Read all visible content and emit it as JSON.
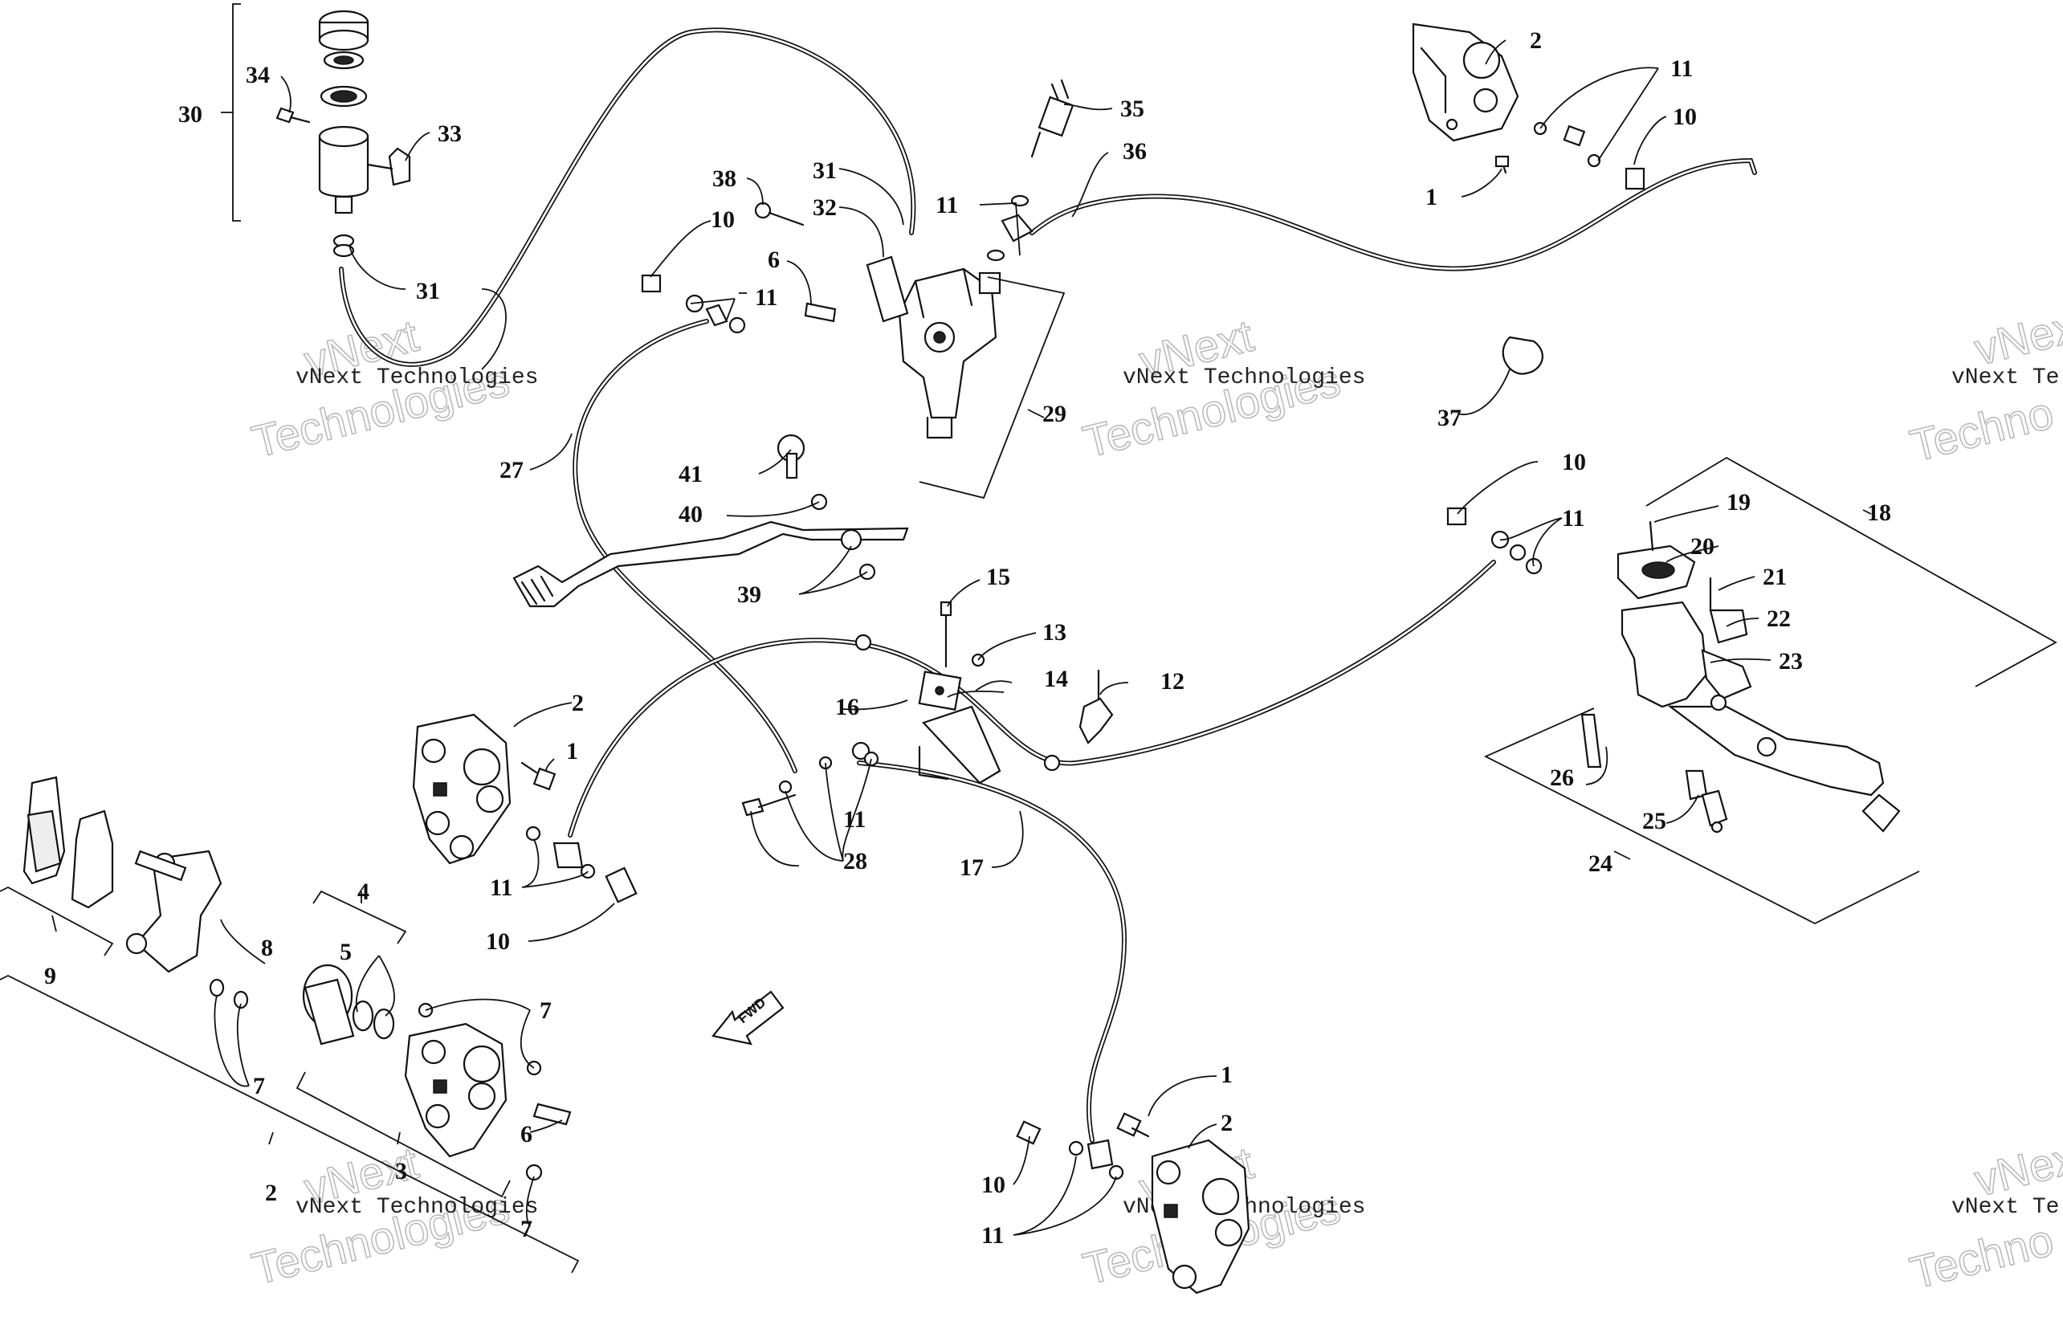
{
  "diagram": {
    "fwd_label": "FWD",
    "callouts": [
      "30",
      "34",
      "33",
      "31",
      "38",
      "32",
      "31",
      "35",
      "36",
      "10",
      "6",
      "11",
      "11",
      "2",
      "11",
      "10",
      "1",
      "29",
      "27",
      "41",
      "40",
      "39",
      "37",
      "10",
      "11",
      "19",
      "18",
      "20",
      "21",
      "22",
      "23",
      "15",
      "13",
      "16",
      "14",
      "12",
      "2",
      "1",
      "11",
      "28",
      "17",
      "26",
      "25",
      "24",
      "11",
      "10",
      "9",
      "8",
      "4",
      "5",
      "7",
      "7",
      "6",
      "3",
      "2",
      "7",
      "1",
      "2",
      "10",
      "11"
    ],
    "watermarks": [
      {
        "company": "vNext Technologies",
        "logo_line1": "vNext",
        "logo_line2": "Technologies"
      },
      {
        "company": "vNext Technologies",
        "logo_line1": "vNext",
        "logo_line2": "Technologies"
      },
      {
        "company": "vNext Te",
        "logo_line1": "vNext",
        "logo_line2": "Techno"
      },
      {
        "company": "vNext Technologies",
        "logo_line1": "vNext",
        "logo_line2": "Technologies"
      },
      {
        "company": "vNext Technologies",
        "logo_line1": "vNext",
        "logo_line2": "Technologies"
      },
      {
        "company": "vNext Te",
        "logo_line1": "vNext",
        "logo_line2": "Techno"
      }
    ]
  }
}
